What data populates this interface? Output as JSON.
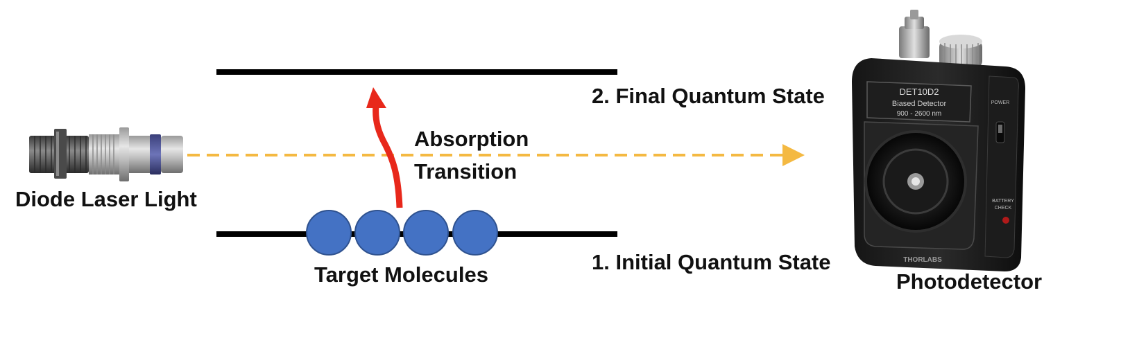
{
  "labels": {
    "laser": "Diode Laser Light",
    "final_state": "2. Final Quantum State",
    "initial_state": "1. Initial Quantum State",
    "transition_line1": "Absorption",
    "transition_line2": "Transition",
    "molecules": "Target Molecules",
    "detector": "Photodetector"
  },
  "detector_device": {
    "model": "DET10D2",
    "type": "Biased Detector",
    "range": "900 - 2600 nm",
    "power_label": "POWER",
    "battery_label_1": "BATTERY",
    "battery_label_2": "CHECK",
    "brand": "THORLABS"
  },
  "colors": {
    "molecule_fill": "#4472c4",
    "molecule_stroke": "#2f528f",
    "laser_beam": "#f4b942",
    "transition_arrow": "#e8281b",
    "energy_level": "#000000"
  },
  "icons": {
    "laser": "diode-laser-icon",
    "detector": "photodetector-icon"
  }
}
